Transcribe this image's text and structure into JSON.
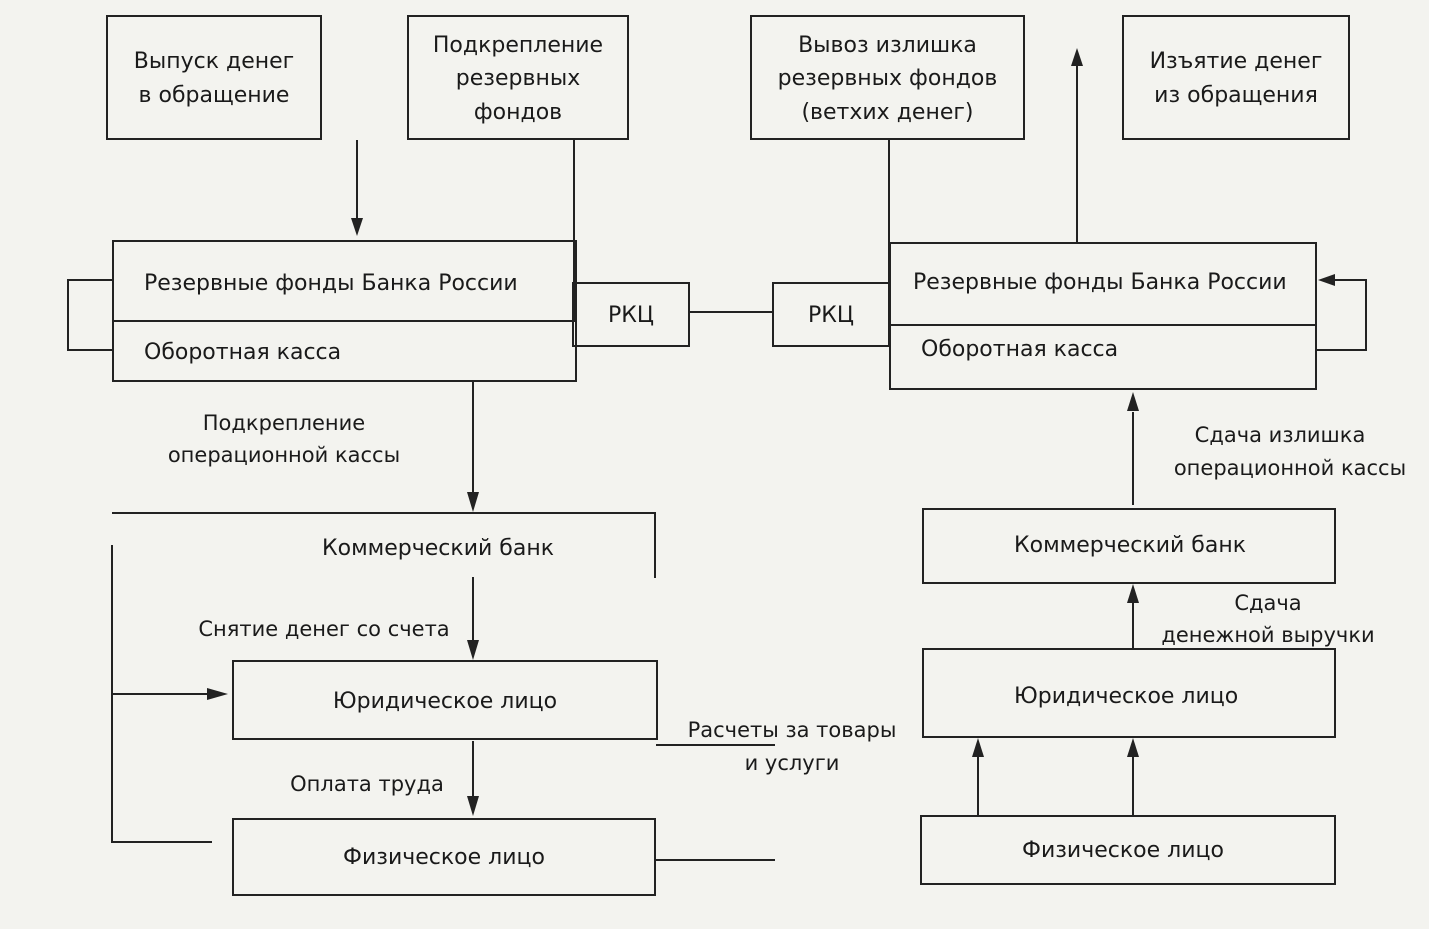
{
  "top": {
    "issue": [
      "Выпуск денег",
      "в обращение"
    ],
    "reinforce_reserve": [
      "Подкрепление",
      "резервных",
      "фондов"
    ],
    "remove_surplus": [
      "Вывоз излишка",
      "резервных фондов",
      "(ветхих денег)"
    ],
    "withdraw": [
      "Изъятие денег",
      "из обращения"
    ]
  },
  "left": {
    "reserve_funds": "Резервные фонды Банка России",
    "working_cash": "Оборотная касса",
    "reinforce_operational": [
      "Подкрепление",
      "операционной кассы"
    ],
    "commercial_bank": "Коммерческий банк",
    "withdrawal": "Снятие денег со счета",
    "legal_entity": "Юридическое лицо",
    "wages": "Оплата труда",
    "individual": "Физическое лицо"
  },
  "center": {
    "rkc_left": "РКЦ",
    "rkc_right": "РКЦ",
    "settlements": [
      "Расчеты за товары",
      "и услуги"
    ]
  },
  "right": {
    "reserve_funds": "Резервные фонды Банка России",
    "working_cash": "Оборотная касса",
    "surplus_operational": [
      "Сдача излишка",
      "операционной кассы"
    ],
    "commercial_bank": "Коммерческий банк",
    "cash_proceeds": [
      "Сдача",
      "денежной выручки"
    ],
    "legal_entity": "Юридическое лицо",
    "individual": "Физическое лицо"
  }
}
